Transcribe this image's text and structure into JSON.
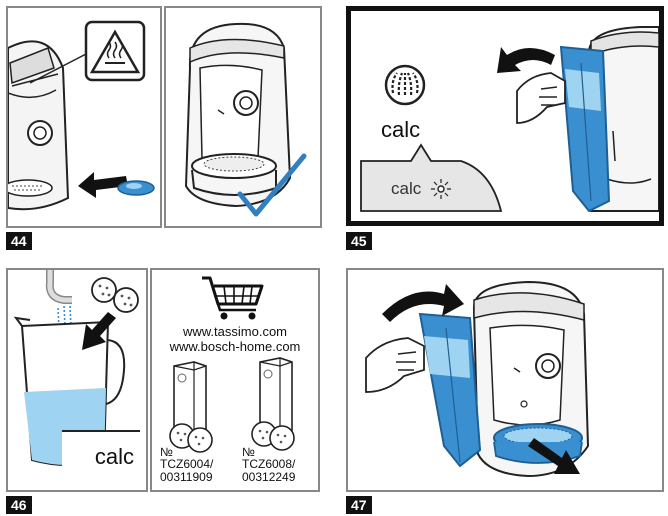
{
  "steps": [
    {
      "number": "44"
    },
    {
      "number": "45",
      "indicator_label": "calc",
      "display_label": "calc"
    },
    {
      "number": "46",
      "jug_label": "calc",
      "shop_url_1": "www.tassimo.com",
      "shop_url_2": "www.bosch-home.com",
      "product_1": {
        "no": "№",
        "code_1": "TCZ6004/",
        "code_2": "00311909"
      },
      "product_2": {
        "no": "№",
        "code_1": "TCZ6008/",
        "code_2": "00312249"
      }
    },
    {
      "number": "47"
    }
  ],
  "colors": {
    "accent_blue": "#3a8fd0",
    "light_blue": "#9fd3f2",
    "check_blue": "#2f7fc1",
    "frame": "#888888",
    "dark_frame": "#111111"
  },
  "icons": [
    "hot-surface-warning-icon",
    "calc-indicator-icon",
    "shopping-cart-icon",
    "checkmark-icon",
    "arrow-icon"
  ]
}
